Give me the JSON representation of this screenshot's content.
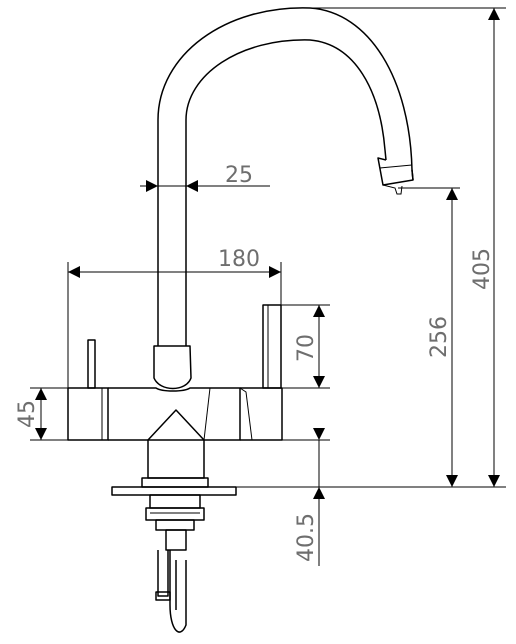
{
  "diagram": {
    "dimensions": {
      "spout_width": "25",
      "overall_width": "180",
      "lever_height": "70",
      "body_height": "45",
      "spout_outlet_height": "256",
      "total_height": "405",
      "base_to_body": "40.5"
    }
  }
}
